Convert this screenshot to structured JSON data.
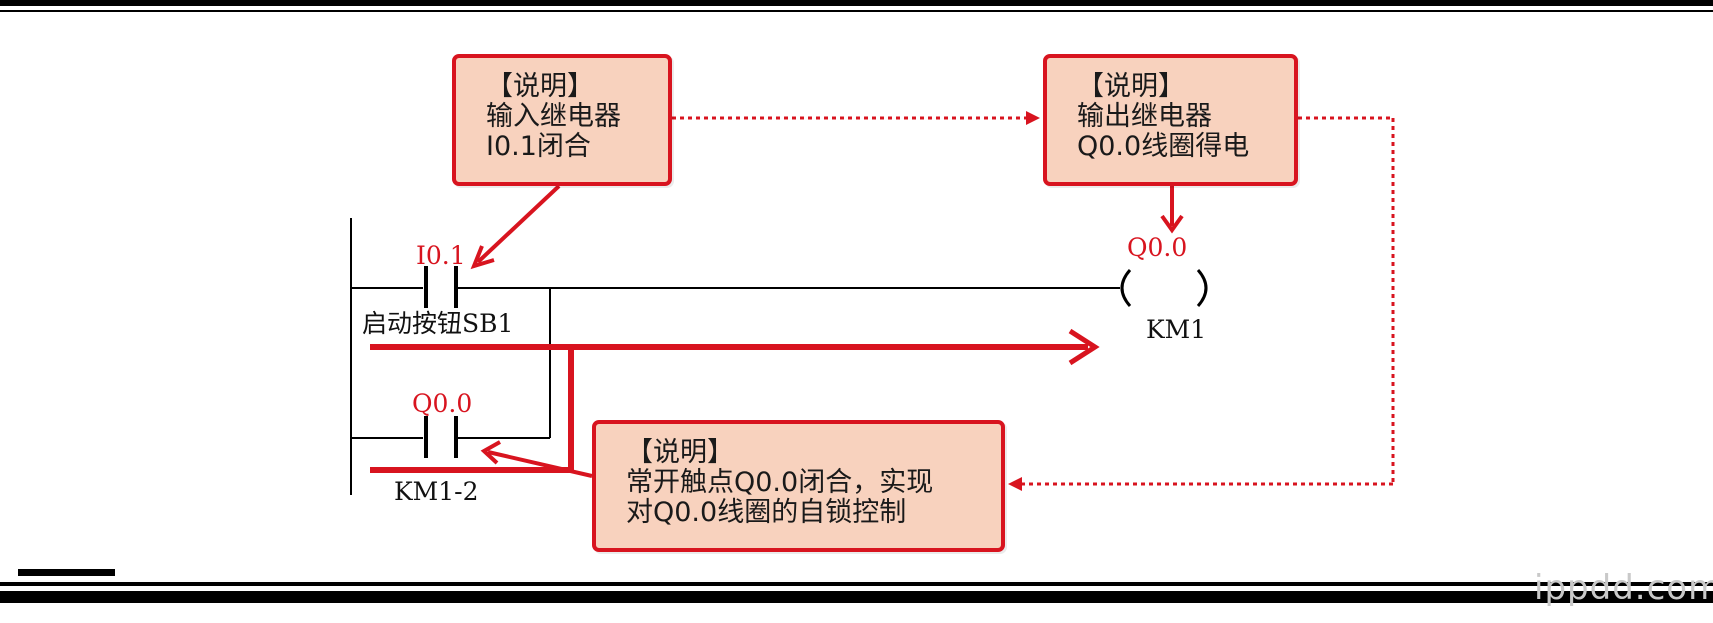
{
  "notes": [
    {
      "header": "【说明】",
      "lines": [
        "输入继电器",
        "I0.1闭合"
      ]
    },
    {
      "header": "【说明】",
      "lines": [
        "输出继电器",
        "Q0.0线圈得电"
      ]
    },
    {
      "header": "【说明】",
      "lines": [
        "常开触点Q0.0闭合，实现",
        "对Q0.0线圈的自锁控制"
      ]
    }
  ],
  "ladder": {
    "contact_input_address": "I0.1",
    "contact_input_label": "启动按钮SB1",
    "contact_hold_address": "Q0.0",
    "contact_hold_label": "KM1-2",
    "coil_address": "Q0.0",
    "coil_label": "KM1"
  },
  "watermark": "ippdd.com",
  "colors": {
    "accent": "#d8141f",
    "address_text": "#d8141f",
    "note_fill": "#f8d2be",
    "line": "#000000"
  }
}
